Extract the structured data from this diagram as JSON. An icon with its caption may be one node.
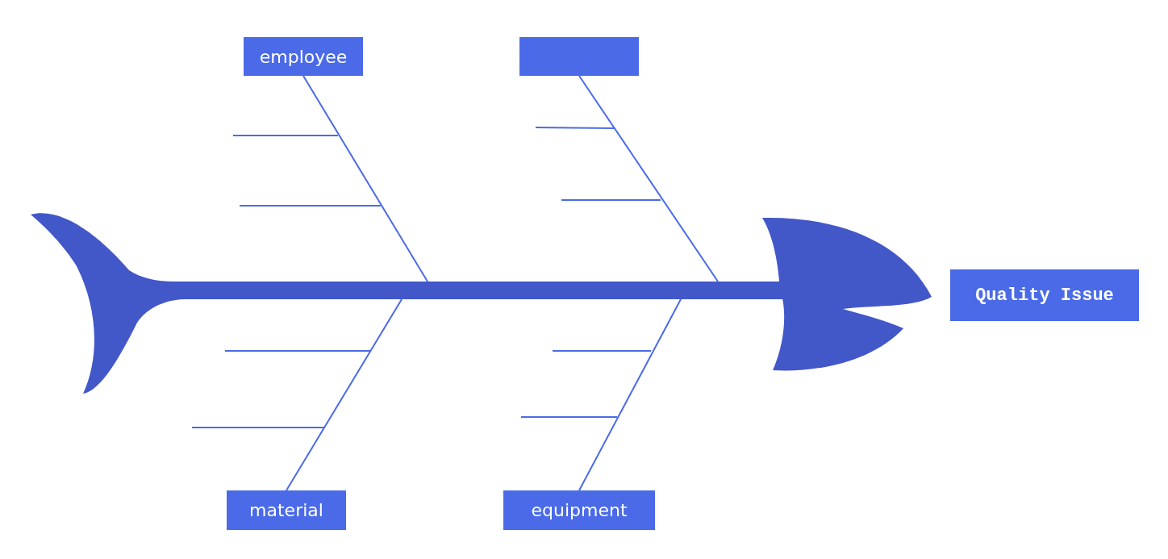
{
  "diagram": {
    "nodes": [
      {
        "text": [
          "employee"
        ]
      },
      {
        "text": [],
        "shape": "box"
      },
      {
        "text": [
          "material"
        ]
      },
      {
        "text": [
          "equipment"
        ]
      },
      {
        "text": [
          "Quality Issue"
        ]
      }
    ],
    "edges": [
      {
        "from": 0,
        "to": null,
        "arrow": "none"
      },
      {
        "from": 1,
        "to": null,
        "arrow": "none"
      },
      {
        "from": 2,
        "to": null,
        "arrow": "none"
      },
      {
        "from": 3,
        "to": null,
        "arrow": "none"
      }
    ]
  }
}
